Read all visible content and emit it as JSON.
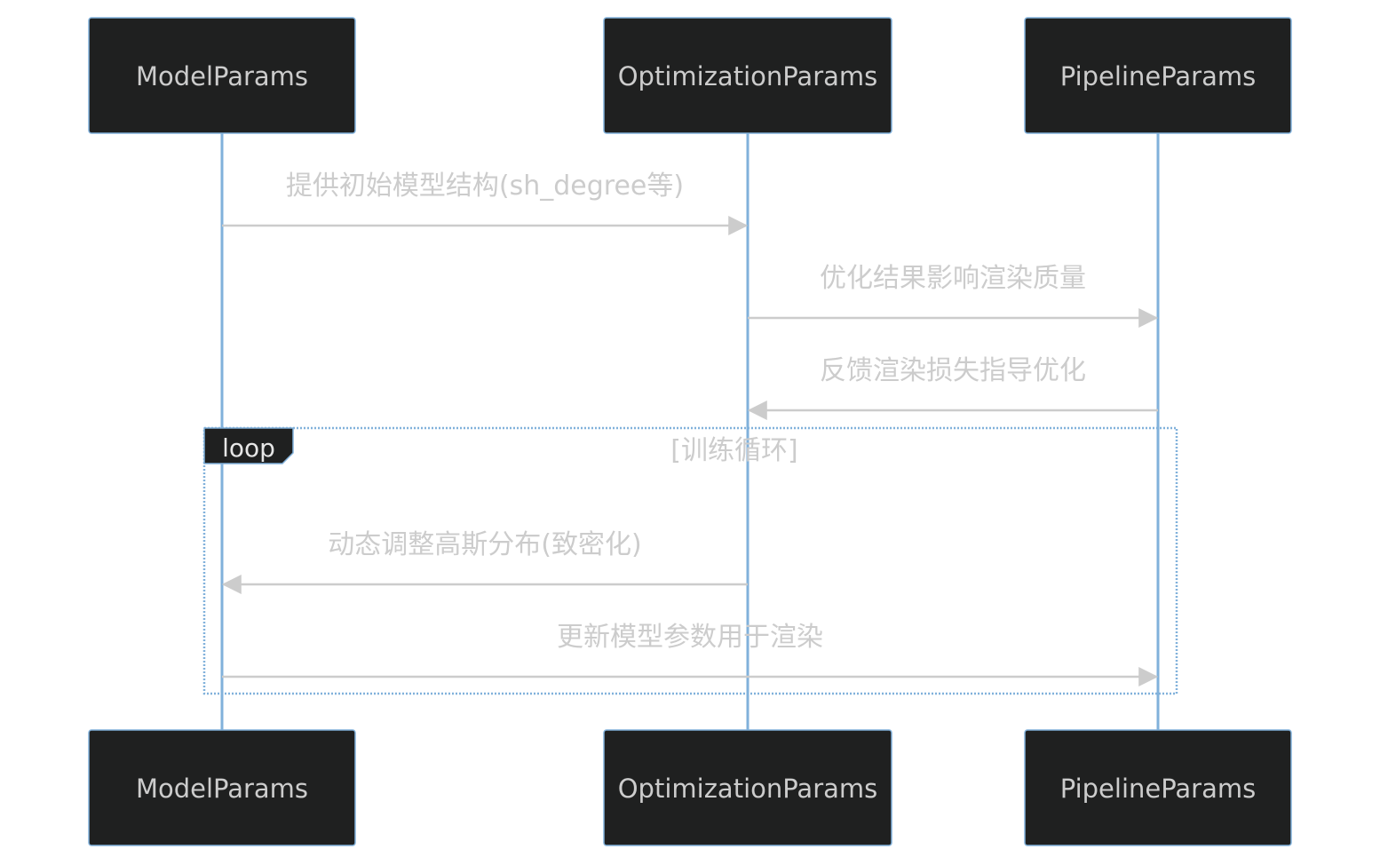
{
  "participants": [
    {
      "name": "ModelParams"
    },
    {
      "name": "OptimizationParams"
    },
    {
      "name": "PipelineParams"
    }
  ],
  "messages": [
    {
      "from": "ModelParams",
      "to": "OptimizationParams",
      "text": "提供初始模型结构(sh_degree等)"
    },
    {
      "from": "OptimizationParams",
      "to": "PipelineParams",
      "text": "优化结果影响渲染质量"
    },
    {
      "from": "PipelineParams",
      "to": "OptimizationParams",
      "text": "反馈渲染损失指导优化"
    },
    {
      "from": "OptimizationParams",
      "to": "ModelParams",
      "text": "动态调整高斯分布(致密化)"
    },
    {
      "from": "ModelParams",
      "to": "PipelineParams",
      "text": "更新模型参数用于渲染"
    }
  ],
  "loop": {
    "label": "loop",
    "condition": "[训练循环]"
  },
  "colors": {
    "actor_fill": "#1f2020",
    "actor_border": "#81b1db",
    "lifeline": "#81b1db",
    "text": "#cccccc",
    "message_line": "#cccccc"
  }
}
